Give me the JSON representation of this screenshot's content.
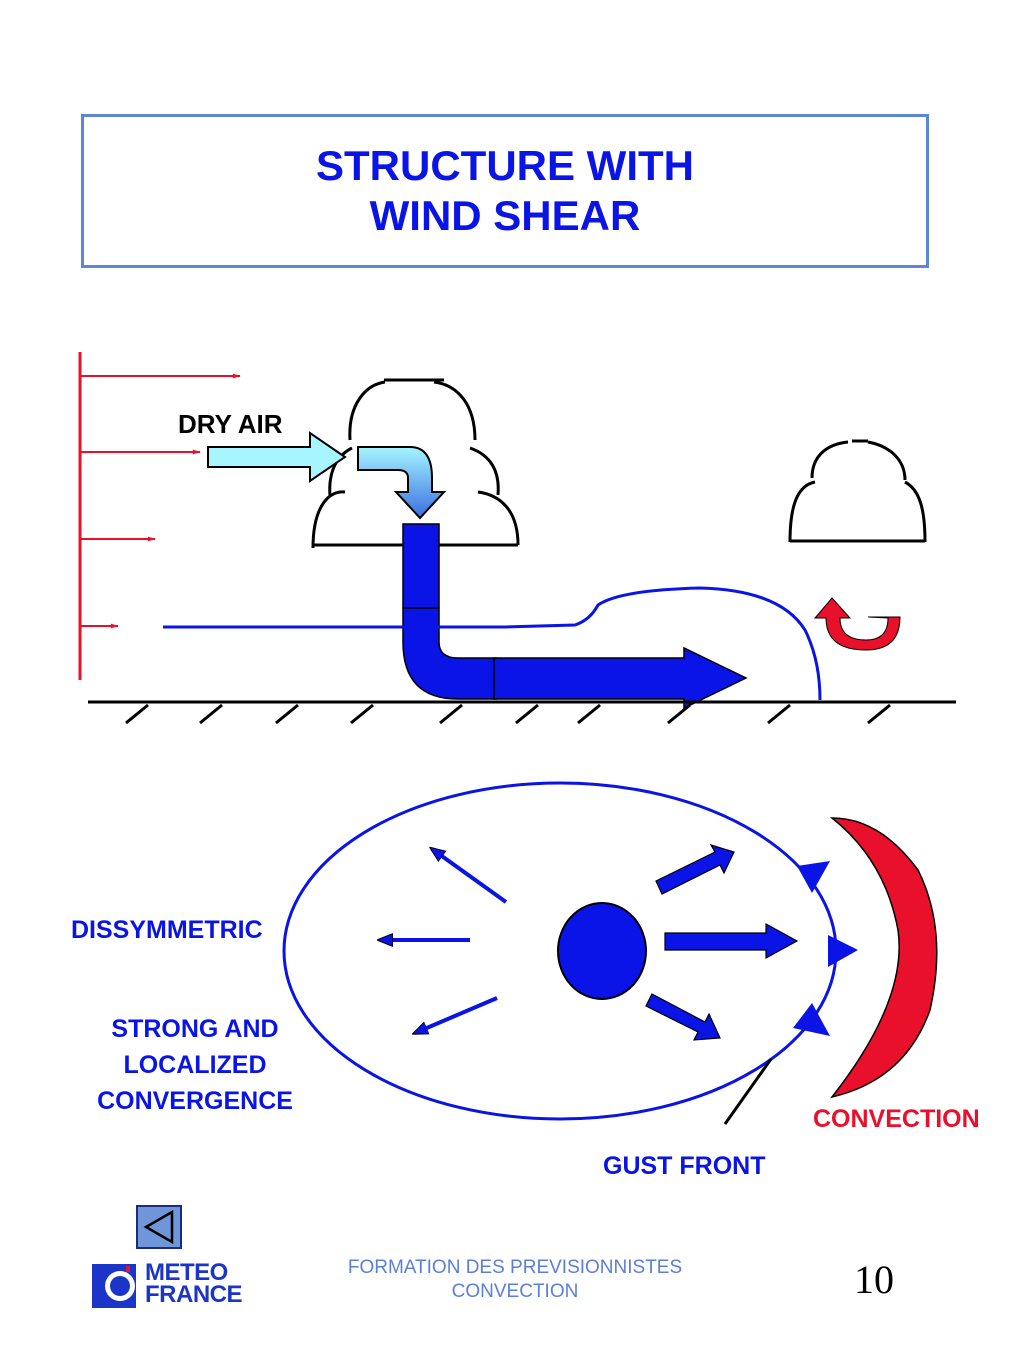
{
  "title": {
    "line1": "STRUCTURE WITH",
    "line2": "WIND SHEAR"
  },
  "labels": {
    "dry_air": "DRY AIR",
    "dissymmetric": "DISSYMMETRIC",
    "convergence_line1": "STRONG AND",
    "convergence_line2": "LOCALIZED",
    "convergence_line3": "CONVERGENCE",
    "convection": "CONVECTION",
    "gust_front": "GUST FRONT"
  },
  "footer": {
    "logo_line1": "METEO",
    "logo_line2": "FRANCE",
    "line1": "FORMATION DES PREVISIONNISTES",
    "line2": "CONVECTION",
    "page_number": "10"
  },
  "colors": {
    "title": "#0a14e6",
    "diagram_blue": "#0a14e6",
    "shear_red": "#e8102b",
    "dry_air_cyan": "#a6f5ff",
    "footer_text": "#5b7fd9"
  },
  "icons": {
    "nav_button": "back-triangle-icon",
    "logo": "meteo-france-logo-icon"
  }
}
